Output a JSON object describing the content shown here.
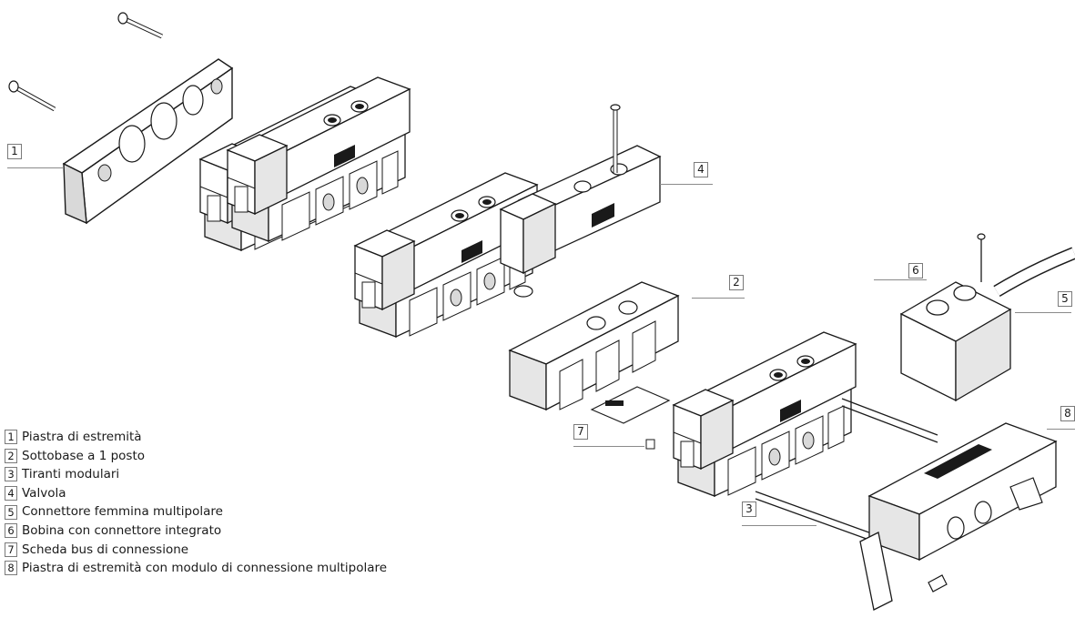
{
  "legend": [
    {
      "num": "1",
      "label": "Piastra di estremità"
    },
    {
      "num": "2",
      "label": "Sottobase a 1 posto"
    },
    {
      "num": "3",
      "label": "Tiranti modulari"
    },
    {
      "num": "4",
      "label": "Valvola"
    },
    {
      "num": "5",
      "label": "Connettore femmina multipolare"
    },
    {
      "num": "6",
      "label": "Bobina con connettore integrato"
    },
    {
      "num": "7",
      "label": "Scheda bus di connessione"
    },
    {
      "num": "8",
      "label": "Piastra di estremità con modulo di connessione multipolare"
    }
  ],
  "callouts": [
    "1",
    "2",
    "3",
    "4",
    "5",
    "6",
    "7",
    "8"
  ],
  "colors": {
    "line": "#1a1a1a",
    "fill": "#ffffff",
    "shade": "#d9d9d9",
    "callout_border": "#7a7a7a"
  }
}
